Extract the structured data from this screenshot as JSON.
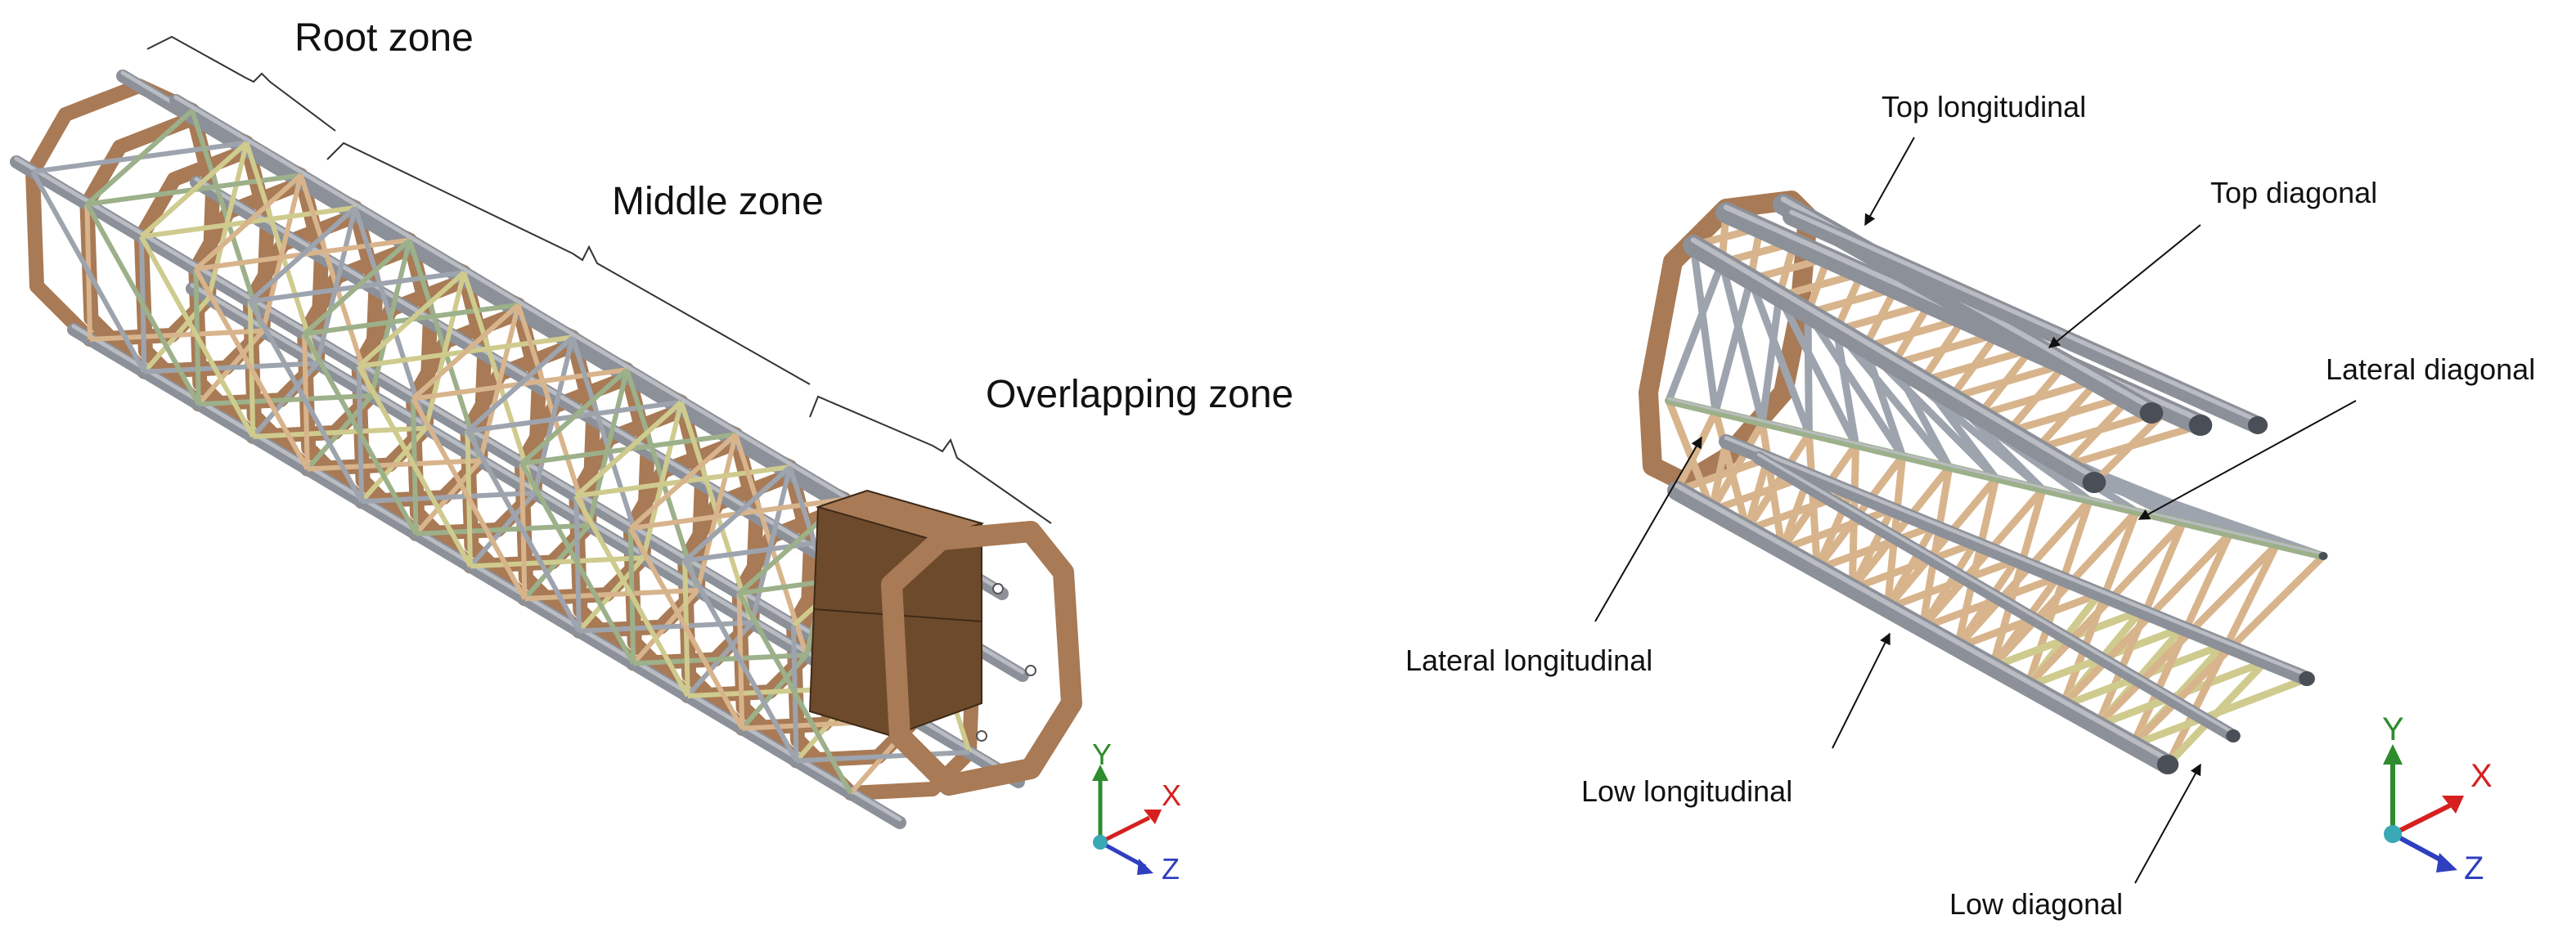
{
  "left_figure": {
    "zones": {
      "root": "Root zone",
      "middle": "Middle zone",
      "overlapping": "Overlapping zone"
    }
  },
  "right_figure": {
    "parts": {
      "top_longitudinal": "Top longitudinal",
      "top_diagonal": "Top diagonal",
      "lateral_diagonal": "Lateral diagonal",
      "lateral_longitudinal": "Lateral longitudinal",
      "low_longitudinal": "Low longitudinal",
      "low_diagonal": "Low diagonal"
    }
  },
  "axes": {
    "y": "Y",
    "x": "X",
    "z": "Z"
  },
  "colors": {
    "frame": "#A87A55",
    "frame_dark": "#6E4A2C",
    "tube": "#8C9098",
    "tube_light": "#B9BCC2",
    "brace_tan": "#D8B48C",
    "brace_grey": "#9EA4AE",
    "brace_green": "#9CB08A",
    "brace_yellow": "#CFCB8E",
    "axis_y": "#2E8B2E",
    "axis_x": "#D62020",
    "axis_z": "#2F3FC0",
    "axis_origin": "#39A9B6"
  }
}
